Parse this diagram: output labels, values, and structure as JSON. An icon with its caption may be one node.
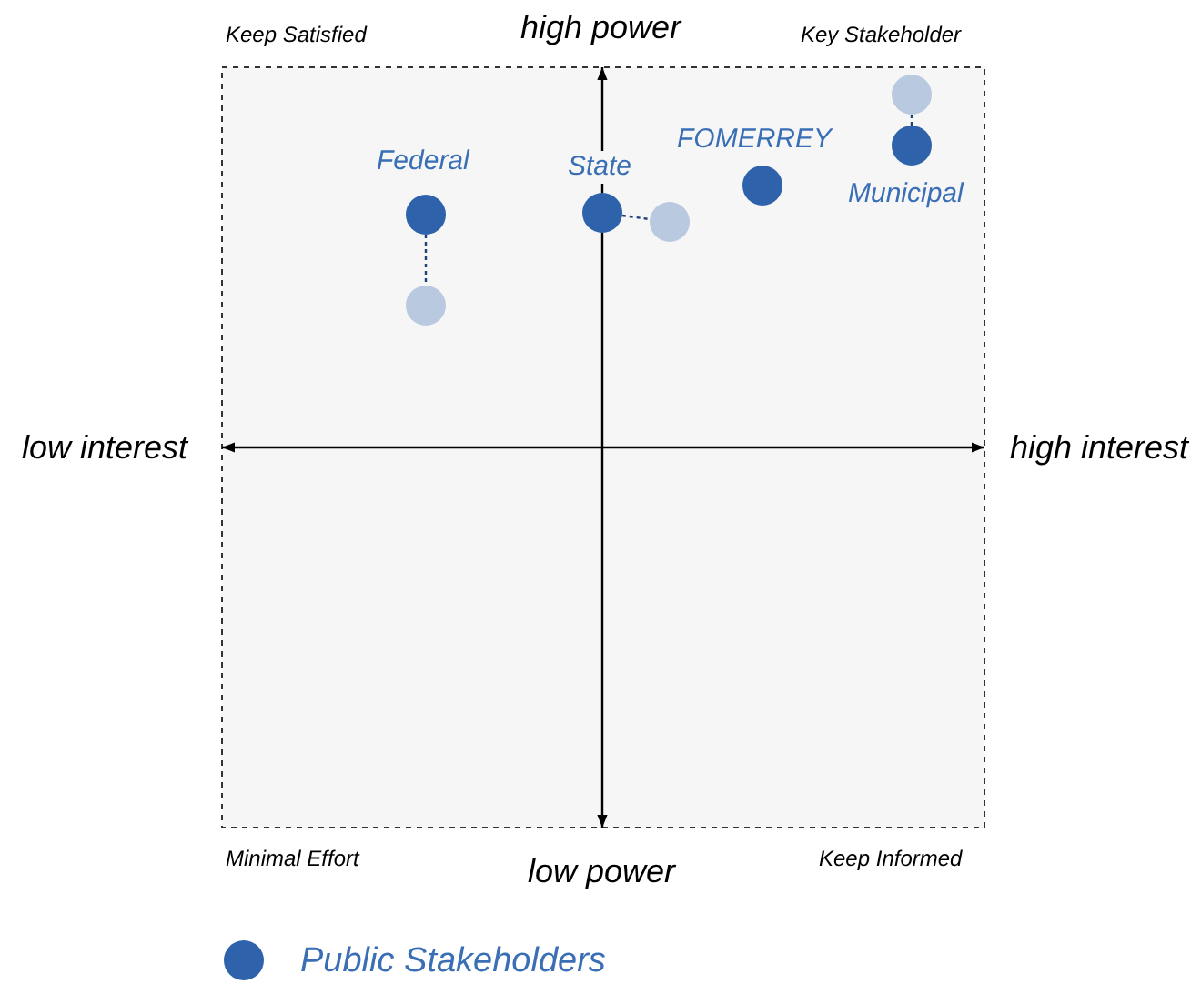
{
  "diagram": {
    "nodes": [
      {
        "text": [],
        "shape": "circle",
        "beside": [
          "Federal"
        ]
      },
      {
        "text": [],
        "shape": "circle"
      },
      {
        "text": [],
        "shape": "circle",
        "beside": [
          "State"
        ]
      },
      {
        "text": [],
        "shape": "circle"
      },
      {
        "text": [],
        "shape": "circle",
        "beside": [
          "FOMERREY"
        ]
      },
      {
        "text": [],
        "shape": "circle",
        "beside": [
          "Municipal"
        ]
      },
      {
        "text": [],
        "shape": "circle"
      }
    ],
    "edges": [
      {
        "from": 0,
        "to": 1,
        "arrow": "none",
        "style": "dashed"
      },
      {
        "from": 2,
        "to": 3,
        "arrow": "none",
        "style": "dashed"
      },
      {
        "from": 5,
        "to": 6,
        "arrow": "none",
        "style": "dashed"
      }
    ],
    "labels": [
      "Keep Satisfied",
      "high power",
      "Key Stakeholder",
      "low interest",
      "high interest",
      "Minimal Effort",
      "low power",
      "Keep Informed"
    ],
    "legend": [
      {
        "text": "Public Stakeholders",
        "color": "#2e63ab"
      }
    ]
  }
}
